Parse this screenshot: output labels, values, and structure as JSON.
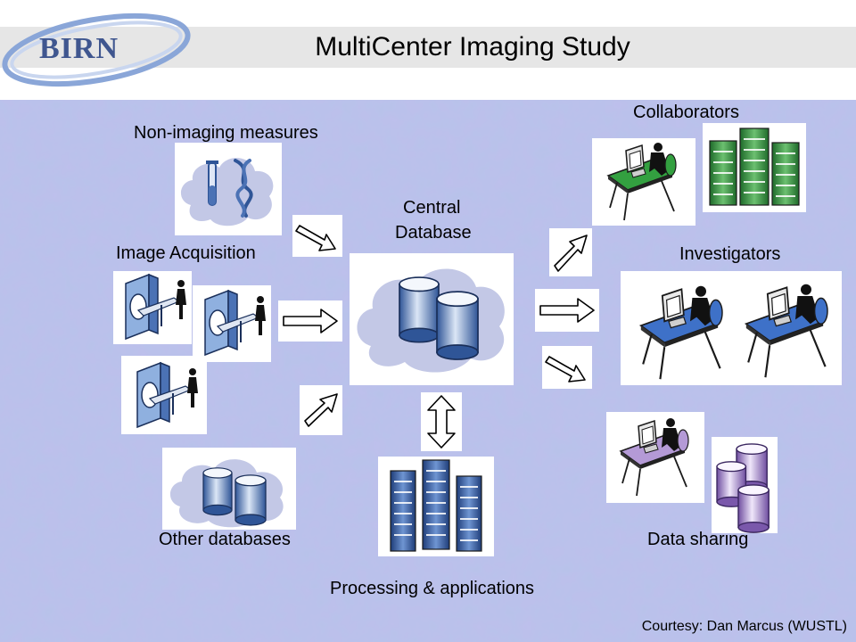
{
  "header": {
    "logo_text": "BIRN",
    "title": "MultiCenter Imaging Study"
  },
  "labels": {
    "non_imaging": "Non-imaging measures",
    "image_acquisition": "Image Acquisition",
    "central_line1": "Central",
    "central_line2": "Database",
    "other_databases": "Other databases",
    "processing": "Processing & applications",
    "collaborators": "Collaborators",
    "investigators": "Investigators",
    "data_sharing": "Data sharing"
  },
  "footer": {
    "courtesy": "Courtesy: Dan Marcus (WUSTL)"
  },
  "colors": {
    "logo_blue": "#3f568f",
    "cloud": "#c3c8e6",
    "db_blue": "#4b72b5",
    "desk_green": "#33a040",
    "desk_blue": "#3e71c8",
    "desk_purple": "#b49ad6",
    "db_purple": "#a98cd0"
  }
}
